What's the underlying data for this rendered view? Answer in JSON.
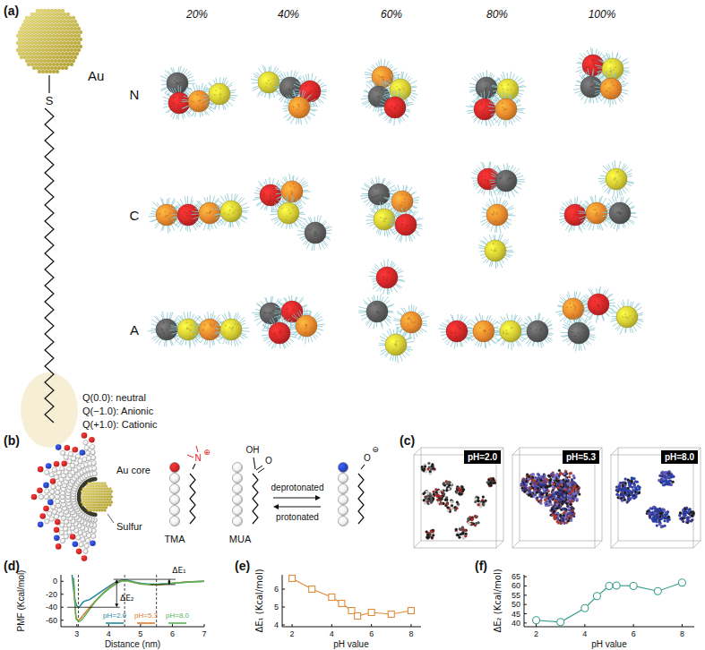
{
  "diagram": {
    "nodes": [
      {
        "text": [
          "pH=2.0"
        ]
      },
      {
        "text": [
          "pH=5.3"
        ]
      },
      {
        "text": [
          "pH=8.0"
        ]
      }
    ],
    "labels": [
      "(a)",
      "Au",
      "S",
      "20%",
      "40%",
      "60%",
      "80%",
      "100%",
      "N",
      "C",
      "A",
      "Q(0.0): neutral",
      "Q(−1.0): Anionic",
      "Q(+1.0): Cationic",
      "(b)",
      "Au core",
      "Sulfur",
      "N",
      "⊕",
      "TMA",
      "OH",
      "O",
      "MUA",
      "deprotonated",
      "protonated",
      "O",
      "⊖",
      "(c)",
      "(d)",
      "PMF (Kcal/mol)",
      "0",
      "-20",
      "-40",
      "-60",
      "3",
      "4",
      "5",
      "6",
      "7",
      "Distance (nm)",
      "ΔE₁",
      "ΔE₂",
      "(e)",
      "ΔE₁ (Kcal/mol)",
      "4",
      "5",
      "6",
      "2",
      "4",
      "6",
      "8",
      "pH value",
      "(f)",
      "ΔE₂ (Kcal/mol)",
      "40",
      "45",
      "50",
      "55",
      "60",
      "65",
      "2",
      "4",
      "6",
      "8",
      "pH value"
    ],
    "legend": [
      {
        "text": "pH=2.0"
      },
      {
        "text": "pH=5.3"
      },
      {
        "text": "pH=8.0"
      }
    ]
  }
}
